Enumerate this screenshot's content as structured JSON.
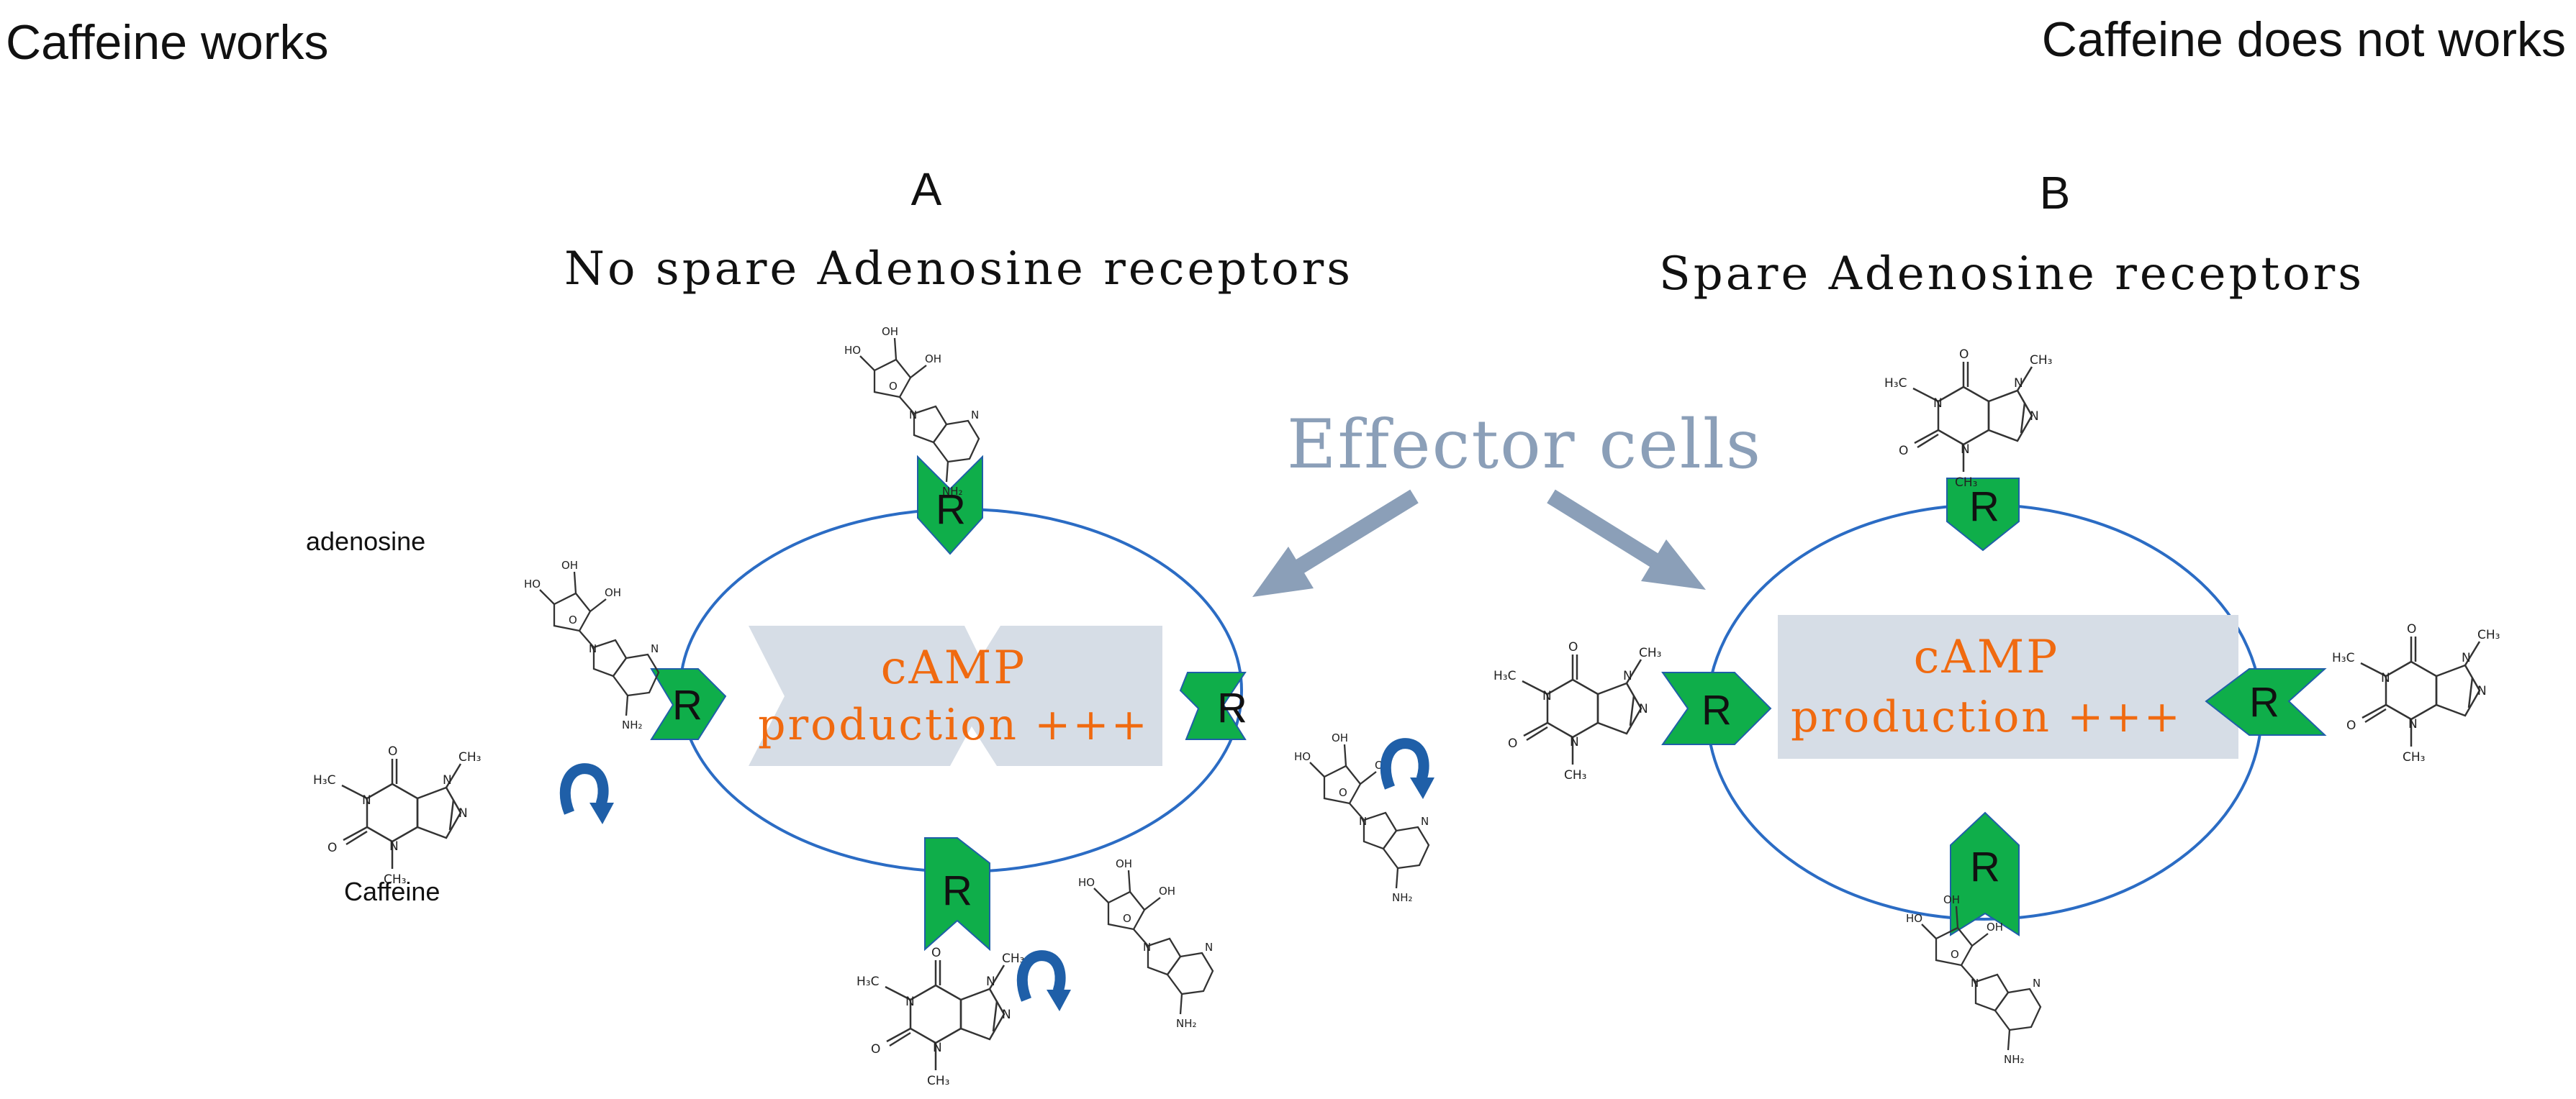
{
  "header": {
    "left_title": "Caffeine works",
    "right_title": "Caffeine  does not works"
  },
  "panel_a": {
    "letter": "A",
    "title": "No  spare Adenosine receptors",
    "receptor_label": "R",
    "cell_text_line1": "cAMP",
    "cell_text_line2": "production +++",
    "adenosine_label": "adenosine",
    "caffeine_label": "Caffeine"
  },
  "panel_b": {
    "letter": "B",
    "title": "Spare Adenosine receptors",
    "receptor_label": "R",
    "cell_text_line1": "cAMP",
    "cell_text_line2": "production +++"
  },
  "center": {
    "effector_label": "Effector cells"
  },
  "colors": {
    "receptor_green": "#0fae4a",
    "membrane_blue": "#2b6cc4",
    "camp_orange": "#f06a10",
    "panel_gray": "#d6dde6",
    "arrow_gray_blue": "#8b9fb8",
    "curl_arrow_blue": "#1f5fa8"
  },
  "icons": {
    "receptor": "receptor-shape",
    "adenosine": "adenosine-structure",
    "caffeine": "caffeine-structure",
    "curved_arrow": "curved-arrow-icon"
  }
}
